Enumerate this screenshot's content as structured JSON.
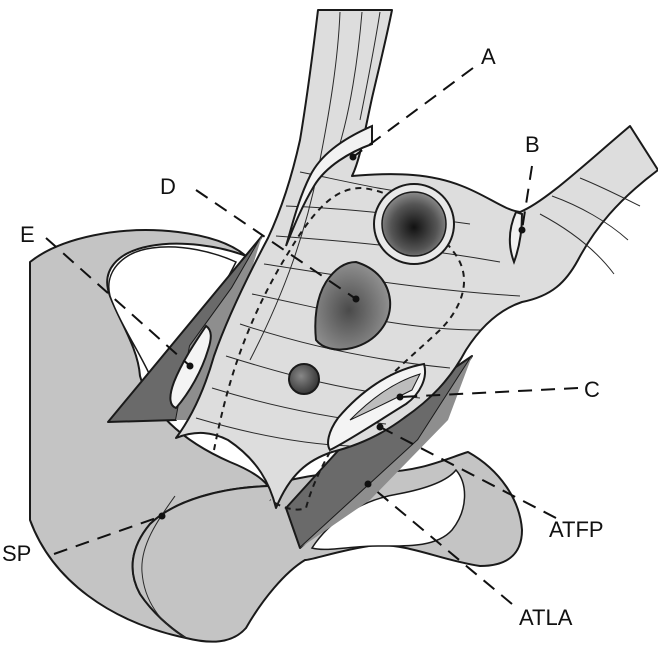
{
  "labels": {
    "a": "A",
    "b": "B",
    "c": "C",
    "d": "D",
    "e": "E",
    "sp": "SP",
    "atfp": "ATFP",
    "atla": "ATLA"
  },
  "colors": {
    "pelvis": "#c4c4c4",
    "sheet": "#dddddd",
    "dark_wall": "#6a6a6a",
    "mid_wall": "#8e8e8e",
    "outline": "#1a1a1a"
  }
}
